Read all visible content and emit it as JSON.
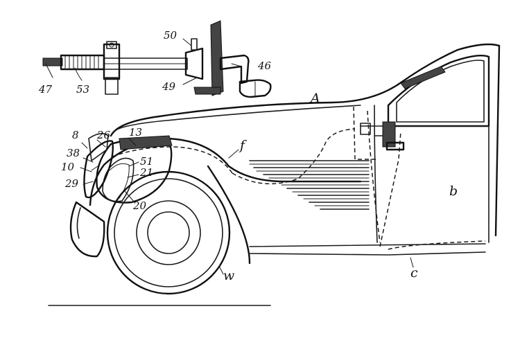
{
  "labels": {
    "l47": "47",
    "l53": "53",
    "l50": "50",
    "l49": "49",
    "l46": "46",
    "lA": "A",
    "l8": "8",
    "l26": "26",
    "l13": "13",
    "l38": "38",
    "l51": "51",
    "l10": "10",
    "l21": "21",
    "l29": "29",
    "l20": "20",
    "lf": "f",
    "lb": "b",
    "lw": "w",
    "lc": "c"
  }
}
